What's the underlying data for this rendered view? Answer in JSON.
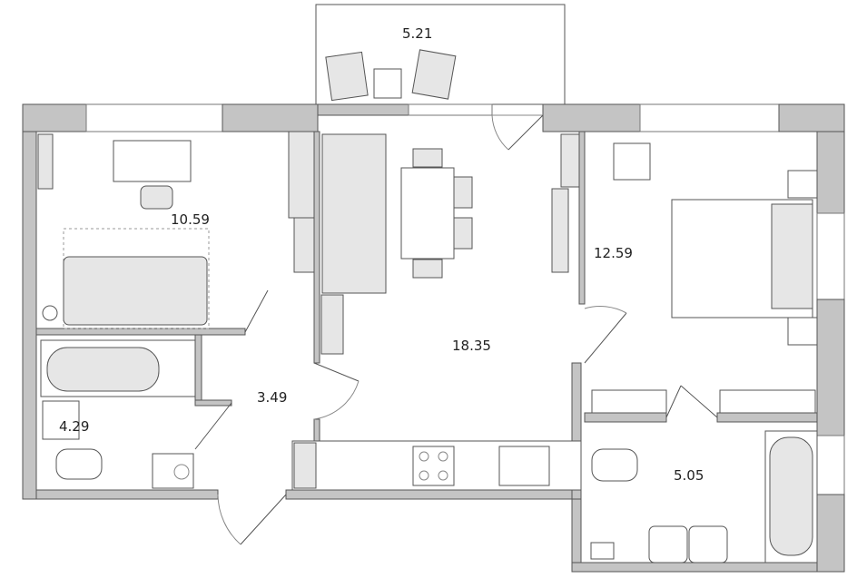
{
  "rooms": [
    {
      "id": "balcony",
      "area": "5.21"
    },
    {
      "id": "bedroom-left",
      "area": "10.59"
    },
    {
      "id": "bedroom-right",
      "area": "12.59"
    },
    {
      "id": "living-kitchen",
      "area": "18.35"
    },
    {
      "id": "hallway",
      "area": "3.49"
    },
    {
      "id": "bathroom-left",
      "area": "4.29"
    },
    {
      "id": "bathroom-right",
      "area": "5.05"
    }
  ],
  "colors": {
    "wall": "#c4c4c4",
    "furniture": "#e6e6e6",
    "outline": "#555555"
  }
}
